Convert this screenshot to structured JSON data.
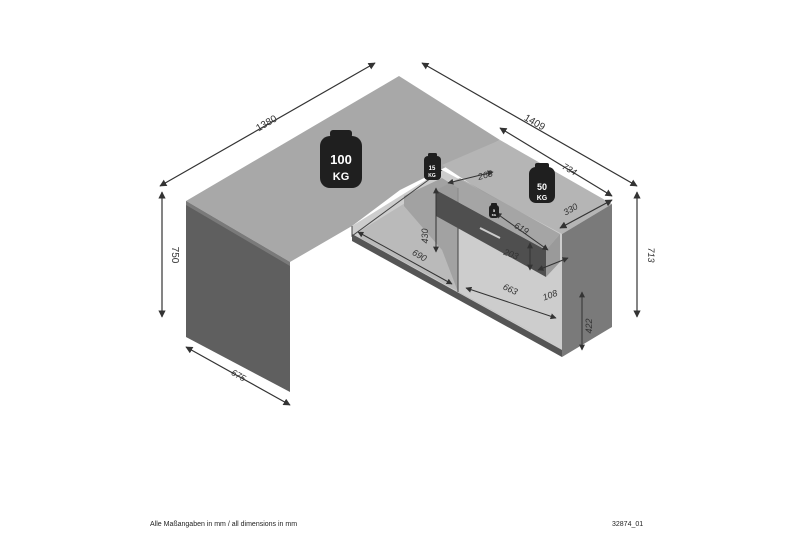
{
  "dimensions": {
    "top_width": "1380",
    "top_depth": "1409",
    "height_left": "750",
    "depth_left": "675",
    "ret_734": "734",
    "ret_330": "330",
    "height_right": "713",
    "shelf_268": "268",
    "shelf_430": "430",
    "shelf_690": "690",
    "drawer_619": "619",
    "drawer_203": "203",
    "drawer_108": "108",
    "inner_663": "663",
    "inner_422": "422"
  },
  "weights": {
    "top": {
      "value": "100",
      "unit": "KG"
    },
    "cabinet_top": {
      "value": "50",
      "unit": "KG"
    },
    "shelf": {
      "value": "15",
      "unit": "KG"
    },
    "drawer": {
      "value": "5",
      "unit": "KG"
    }
  },
  "footer": {
    "note": "Alle Maßangaben in mm / all dimensions in mm",
    "code": "32874_01"
  },
  "colors": {
    "dark_panel": "#5f5f5f",
    "top_surface": "#a8a8a8",
    "light_surface": "#bdbdbd",
    "arrow": "#333333",
    "weight": "#1f1f1f"
  }
}
